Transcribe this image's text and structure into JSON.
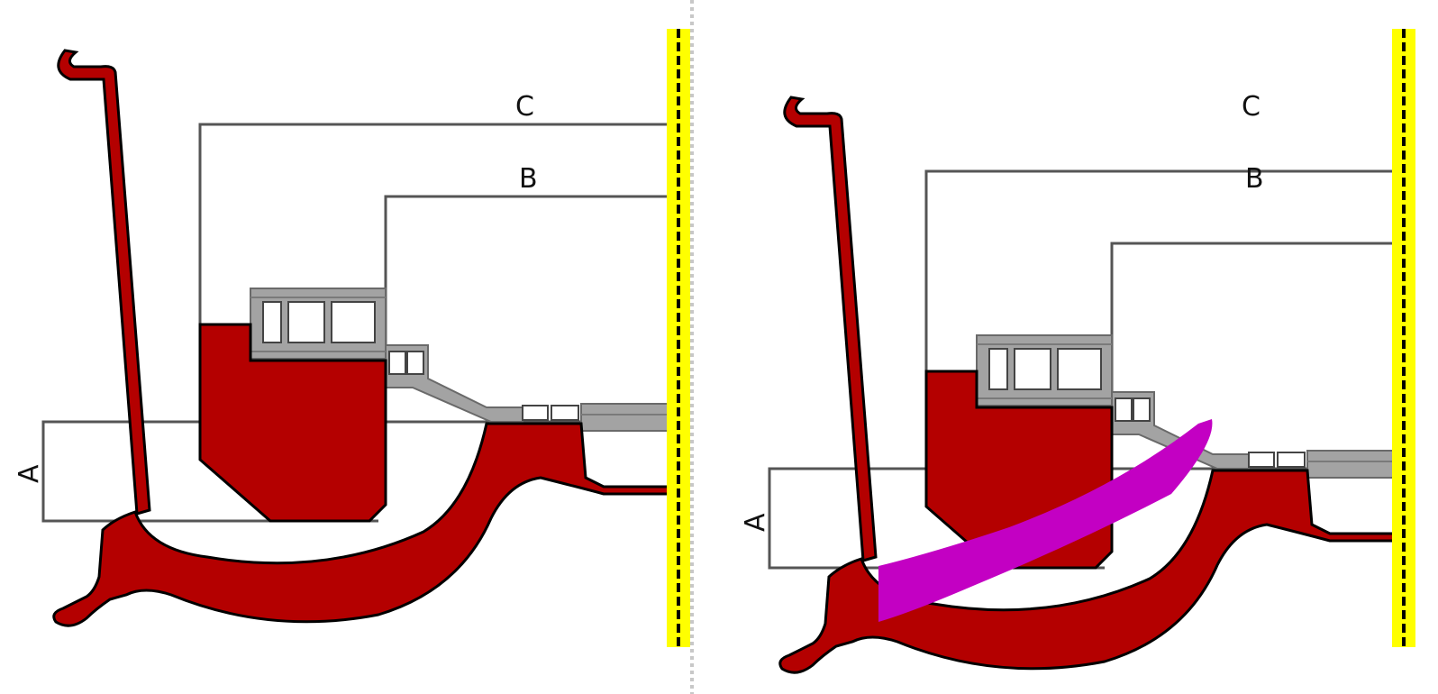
{
  "panels": [
    {
      "id": "left",
      "labels": {
        "c": "C",
        "b": "B",
        "a": "A"
      },
      "highlight": false
    },
    {
      "id": "right",
      "labels": {
        "c": "C",
        "b": "B",
        "a": "A"
      },
      "highlight": true
    }
  ],
  "colors": {
    "wheel": "#b40000",
    "outline": "#000000",
    "gray_part": "#a3a3a3",
    "dimension_line": "#555555",
    "centerline": "#ffff00",
    "highlight": "#c300c3",
    "divider": "#c8c8c8"
  }
}
